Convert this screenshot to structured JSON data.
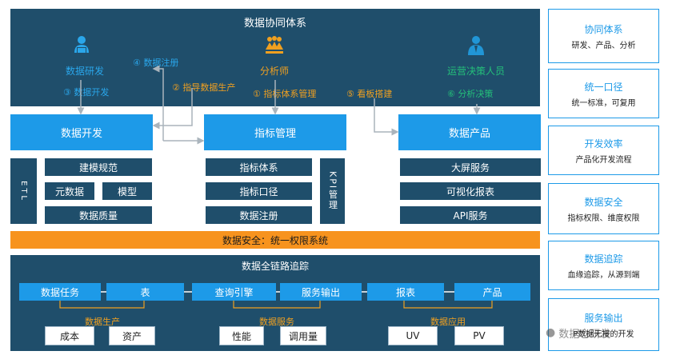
{
  "top": {
    "title": "数据协同体系",
    "roles": [
      {
        "label": "数据研发",
        "icon": "developer-icon"
      },
      {
        "label": "分析师",
        "icon": "analyst-icon"
      },
      {
        "label": "运营决策人员",
        "icon": "operator-icon"
      }
    ],
    "steps": {
      "s1": "① 指标体系管理",
      "s2": "② 指导数据生产",
      "s3": "③ 数据开发",
      "s4": "④ 数据注册",
      "s5": "⑤ 看板搭建",
      "s6": "⑥ 分析决策"
    }
  },
  "middle": {
    "dev": {
      "title": "数据开发",
      "etl": "ETL",
      "items": [
        "建模规范",
        "元数据",
        "模型",
        "数据质量"
      ]
    },
    "metric": {
      "title": "指标管理",
      "kpi": "KPI管理",
      "items": [
        "指标体系",
        "指标口径",
        "数据注册"
      ]
    },
    "product": {
      "title": "数据产品",
      "items": [
        "大屏服务",
        "可视化报表",
        "API服务"
      ]
    }
  },
  "security_bar": "数据安全：统一权限系统",
  "trace": {
    "title": "数据全链路追踪",
    "chain": [
      "数据任务",
      "表",
      "查询引擎",
      "服务输出",
      "报表",
      "产品"
    ],
    "groups": [
      {
        "label": "数据生产",
        "items": [
          "成本",
          "资产"
        ]
      },
      {
        "label": "数据服务",
        "items": [
          "性能",
          "调用量"
        ]
      },
      {
        "label": "数据应用",
        "items": [
          "UV",
          "PV"
        ]
      }
    ]
  },
  "right_panel": [
    {
      "title": "协同体系",
      "sub": "研发、产品、分析"
    },
    {
      "title": "统一口径",
      "sub": "统一标准，可复用"
    },
    {
      "title": "开发效率",
      "sub": "产品化开发流程"
    },
    {
      "title": "数据安全",
      "sub": "指标权限、维度权限"
    },
    {
      "title": "数据追踪",
      "sub": "血缘追踪，从源到端"
    },
    {
      "title": "服务输出",
      "sub": "P数据无接的开发"
    }
  ],
  "watermark": "数据仓研发",
  "colors": {
    "navy": "#1f4e6b",
    "blue": "#1d9ae8",
    "orange": "#f7931e",
    "green": "#24c07a"
  }
}
